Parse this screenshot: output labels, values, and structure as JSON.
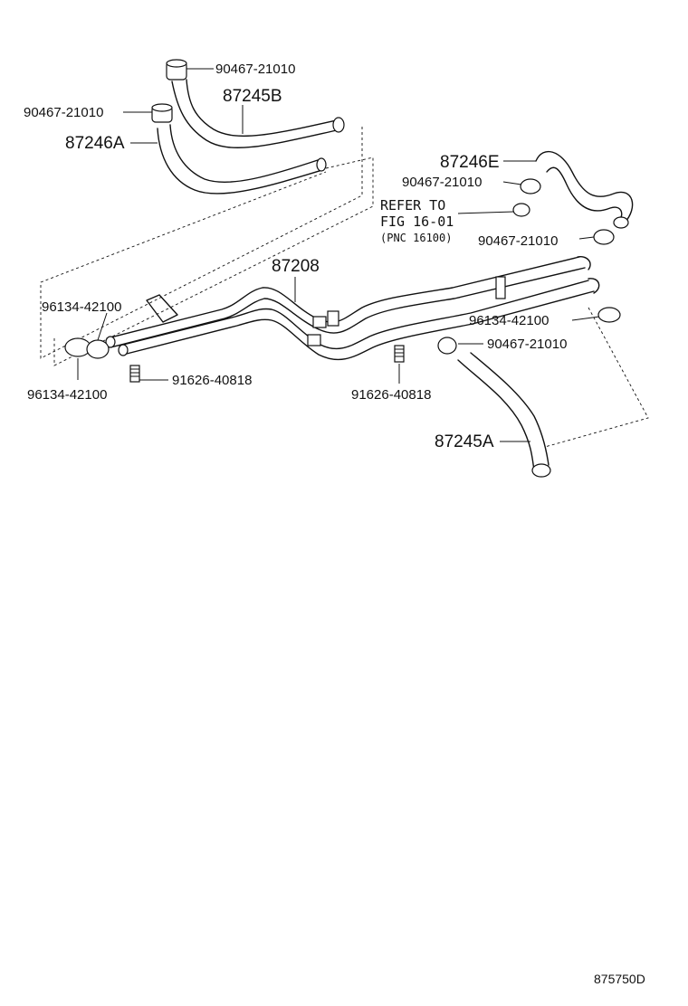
{
  "labels": {
    "clamp_top": "90467-21010",
    "hose_b": "87245B",
    "clamp_left": "90467-21010",
    "hose_a_left": "87246A",
    "hose_e": "87246E",
    "clamp_e": "90467-21010",
    "refer_line1": "REFER TO",
    "refer_line2": "FIG 16-01",
    "refer_line3": "(PNC 16100)",
    "clamp_right": "90467-21010",
    "pipe": "87208",
    "band_left_top": "96134-42100",
    "band_right": "96134-42100",
    "clamp_lower_right": "90467-21010",
    "band_left_bottom": "96134-42100",
    "bolt_left": "91626-40818",
    "bolt_mid": "91626-40818",
    "hose_a_right": "87245A"
  },
  "figure_code": "875750D"
}
